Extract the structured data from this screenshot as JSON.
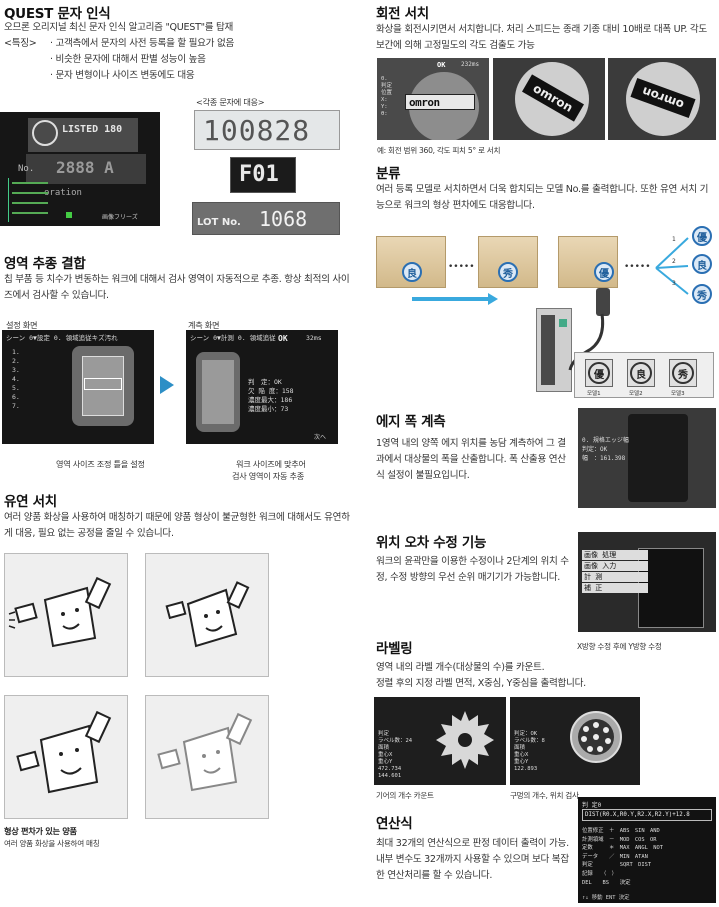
{
  "quest": {
    "title": "QUEST 문자 인식",
    "intro": "오므론 오리지널 최신 문자 인식 알고리즘 \"QUEST\"를 탑재",
    "feature_label": "<특징>",
    "features": [
      "· 고객측에서 문자의 사전 등록을 할 필요가 없음",
      "· 비슷한 문자에 대해서 판별 성능이 높음",
      "· 문자 변형이나 사이즈 변동에도 대응"
    ],
    "sample_caption": "<각종 문자에 대응>",
    "sample_texts": [
      "100828",
      "F01",
      "LOT No.",
      "1068"
    ],
    "screen_texts": [
      "LISTED 180",
      "2888 A",
      "No.",
      "oration",
      "画像フリーズ"
    ]
  },
  "region": {
    "title": "영역 추종 결합",
    "desc": "칩 부품 등 치수가 변동하는 워크에 대해서 검사 영역이 자동적으로 추종. 항상 최적의 사이즈에서 검사할 수 있습니다.",
    "setting_label": "설정 화면",
    "measure_label": "계측 화면",
    "caption_left": "영역 사이즈 조정 틀을 설정",
    "caption_right_1": "워크 사이즈에 맞추어",
    "caption_right_2": "검사 영역이 자동 추종",
    "screen_left_head": "シーン 0▼設定 0. 領域追従キズ汚れ",
    "screen_right_head": "シーン 0▼計測 0. 領域追従キズ汚れ",
    "screen_ok": "OK",
    "screen_ms": "32ms",
    "screen_vals": [
      "判　定：OK",
      "欠 陥 度：158",
      "濃度最大：186",
      "濃度最小：73"
    ],
    "screen_more": "次へ"
  },
  "flex": {
    "title": "유연 서치",
    "desc": "여러 양품 화상을 사용하여 매칭하기 때문에 양품 형상이 불균형한 워크에 대해서도 유연하게 대응, 필요 없는 공정을 줄일 수 있습니다.",
    "caption_1": "형상 편차가 있는 양품",
    "caption_2": "여러 양품 화상을 사용하여 매칭"
  },
  "rotation": {
    "title": "회전 서치",
    "desc": "화상을 회전시키면서 서치합니다. 처리 스피드는 종래 기종 대비 10배로 대폭 UP. 각도 보간에 의해 고정밀도의 각도 검출도 가능",
    "note": "예: 회전 범위 360, 각도 피치 5° 로 서치",
    "logo_text": "omron",
    "screen_ok": "OK",
    "screen_ms": "232ms"
  },
  "classify": {
    "title": "분류",
    "desc": "여러 등록 모델로 서치하면서 더욱 합치되는 모델 No.를 출력합니다. 또한 유연 서치 기능으로 워크의 형상 편차에도 대응합니다.",
    "box_labels": [
      "良",
      "秀",
      "優"
    ],
    "dots": "•••••",
    "out_numbers": [
      "1",
      "2",
      "3"
    ],
    "out_labels": [
      "優",
      "良",
      "秀"
    ],
    "model_labels": [
      "優",
      "良",
      "秀"
    ],
    "model_captions": [
      "모델1",
      "모델2",
      "모델3"
    ]
  },
  "edge": {
    "title": "에지 폭 계측",
    "desc": "1영역 내의 양쪽 에지 위치를 농담 계측하여 그 결과에서 대상물의 폭을 산출합니다. 폭 산출용 연산식 설정이 불필요입니다.",
    "screen_vals": [
      "0. 規格エッジ幅",
      "判定：OK",
      "幅　：161.398"
    ]
  },
  "position": {
    "title": "위치 오차 수정 기능",
    "desc": "워크의 윤곽만을 이용한 수정이나 2단계의 위치 수정, 수정 방향의 우선 순위 매기기가 가능합니다.",
    "caption": "X방향 수정 후에 Y방향 수정",
    "screen_menu": [
      "画像 処理",
      "画像 入力",
      "計 測",
      "補 正"
    ]
  },
  "labeling": {
    "title": "라벨링",
    "desc_1": "영역 내의 라벨 개수(대상물의 수)를 카운트.",
    "desc_2": "정렬 후의 지정 라벨 면적, X중심, Y중심을 출력합니다.",
    "caption_left": "기어의 개수 카운트",
    "caption_right": "구멍의 개수, 위치 검사",
    "screen_vals_left": [
      "判定",
      "ラベル数：24",
      "面積",
      "重心X",
      "重心Y",
      "472.734",
      "144.601"
    ],
    "screen_vals_right": [
      "判定：OK",
      "ラベル数：8",
      "面積",
      "重心X",
      "重心Y",
      "122.893"
    ]
  },
  "calc": {
    "title": "연산식",
    "desc": "최대 32개의 연산식으로 판정 데이터 출력이 가능. 내부 변수도 32개까지 사용할 수 있으며 보다 복잡한 연산처리를 할 수 있습니다.",
    "screen_head": "判 定0",
    "screen_formula": "DIST(R0.X,R0.Y,R2.X,R2.Y)+12.8",
    "screen_rows": [
      "位置修正　＋　ABS　SIN　AND",
      "計測領域　－　MOD　COS　OR",
      "定数　　　＊　MAX　ANGL　NOT",
      "データ　　／　MIN　ATAN",
      "判定　　　　　SQRT　DIST",
      "記録　　（　）",
      "DEL　　BS　　決定"
    ],
    "screen_foot": "↑↓ 移動 ENT 決定"
  }
}
